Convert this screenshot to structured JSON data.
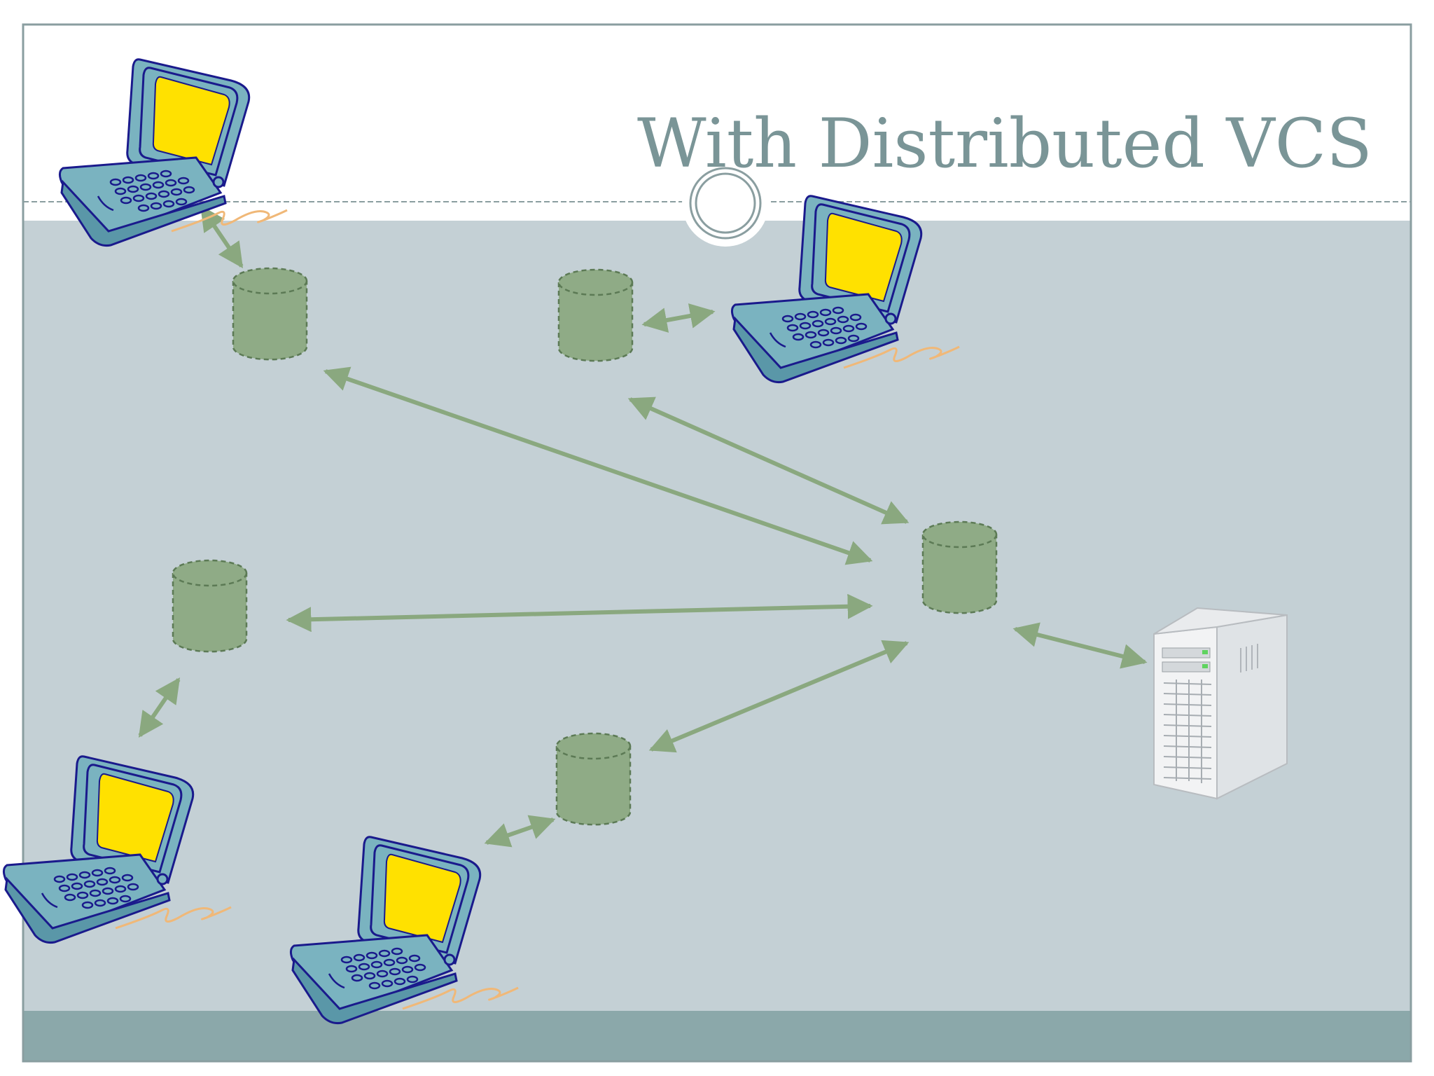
{
  "slide": {
    "title": "With Distributed VCS"
  },
  "colors": {
    "frame_border": "#8a9ea0",
    "header_bg": "#ffffff",
    "body_bg": "#c4d0d5",
    "footer_band": "#8ba8aa",
    "title_text": "#7a9597",
    "repository_fill": "#8fab86",
    "repository_stroke": "#5c7a55",
    "arrow": "#8aa87f",
    "laptop_body": "#7ab3c0",
    "laptop_outline": "#1a1a8c",
    "laptop_screen": "#ffe100",
    "cable": "#f0b878"
  },
  "diagram": {
    "nodes": [
      {
        "id": "central-repository",
        "kind": "repository"
      },
      {
        "id": "repository-1",
        "kind": "repository"
      },
      {
        "id": "repository-2",
        "kind": "repository"
      },
      {
        "id": "repository-3",
        "kind": "repository"
      },
      {
        "id": "repository-4",
        "kind": "repository"
      },
      {
        "id": "server",
        "kind": "server-icon"
      },
      {
        "id": "laptop-1",
        "kind": "laptop-icon"
      },
      {
        "id": "laptop-2",
        "kind": "laptop-icon"
      },
      {
        "id": "laptop-3",
        "kind": "laptop-icon"
      },
      {
        "id": "laptop-4",
        "kind": "laptop-icon"
      }
    ],
    "connections": [
      {
        "from": "laptop-1",
        "to": "repository-1",
        "direction": "bidirectional"
      },
      {
        "from": "repository-2",
        "to": "laptop-2",
        "direction": "bidirectional"
      },
      {
        "from": "repository-1",
        "to": "central-repository",
        "direction": "bidirectional"
      },
      {
        "from": "repository-2",
        "to": "central-repository",
        "direction": "bidirectional"
      },
      {
        "from": "repository-3",
        "to": "central-repository",
        "direction": "bidirectional"
      },
      {
        "from": "repository-4",
        "to": "central-repository",
        "direction": "bidirectional"
      },
      {
        "from": "central-repository",
        "to": "server",
        "direction": "bidirectional"
      },
      {
        "from": "repository-3",
        "to": "laptop-3",
        "direction": "bidirectional"
      },
      {
        "from": "repository-4",
        "to": "laptop-4",
        "direction": "bidirectional"
      }
    ]
  }
}
